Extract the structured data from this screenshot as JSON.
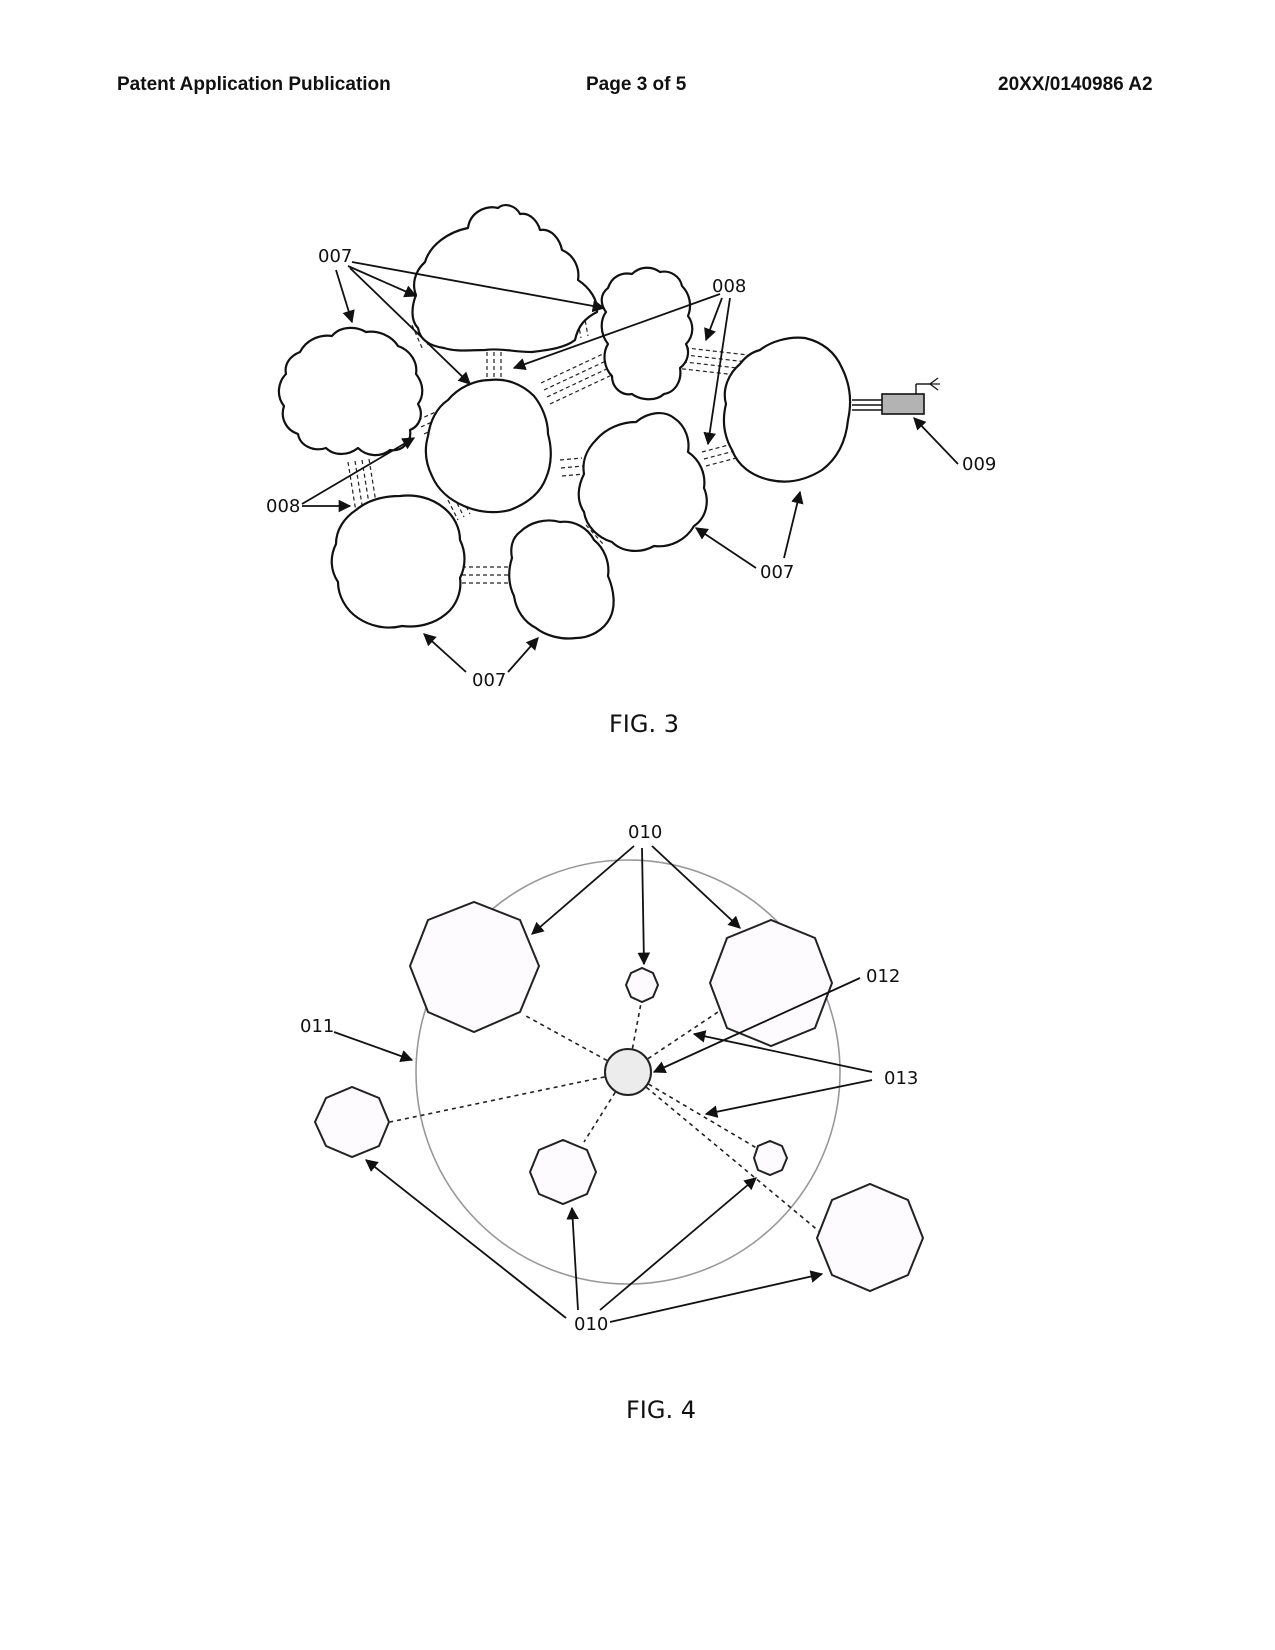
{
  "header": {
    "left": "Patent Application Publication",
    "center": "Page 3 of 5",
    "right": "20XX/0140986 A2"
  },
  "fig3": {
    "caption": "FIG. 3",
    "refs": {
      "clusters_top": "007",
      "links_top": "008",
      "links_left": "008",
      "device": "009",
      "clusters_right": "007",
      "clusters_bottom": "007"
    }
  },
  "fig4": {
    "caption": "FIG. 4",
    "refs": {
      "nodes_top": "010",
      "ring": "011",
      "hub": "012",
      "links": "013",
      "nodes_bottom": "010"
    }
  },
  "colors": {
    "line": "#111111",
    "device_fill": "#b3b3b3",
    "hub_fill": "#ececec",
    "node_fill": "#fdfbfd",
    "ring": "#999999"
  }
}
